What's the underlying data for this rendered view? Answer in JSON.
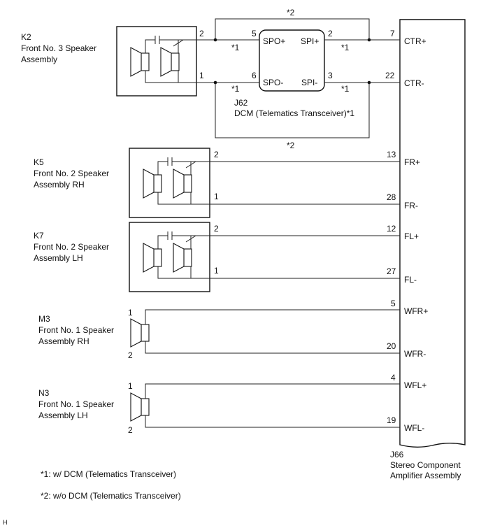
{
  "amplifier": {
    "code": "J66",
    "name_line1": "Stereo Component",
    "name_line2": "Amplifier Assembly",
    "pins": [
      {
        "num": "7",
        "label": "CTR+"
      },
      {
        "num": "22",
        "label": "CTR-"
      },
      {
        "num": "13",
        "label": "FR+"
      },
      {
        "num": "28",
        "label": "FR-"
      },
      {
        "num": "12",
        "label": "FL+"
      },
      {
        "num": "27",
        "label": "FL-"
      },
      {
        "num": "5",
        "label": "WFR+"
      },
      {
        "num": "20",
        "label": "WFR-"
      },
      {
        "num": "4",
        "label": "WFL+"
      },
      {
        "num": "19",
        "label": "WFL-"
      }
    ]
  },
  "dcm": {
    "code": "J62",
    "name": "DCM (Telematics Transceiver)*1",
    "pins": [
      {
        "num": "5",
        "label": "SPO+"
      },
      {
        "num": "2",
        "label": "SPI+"
      },
      {
        "num": "6",
        "label": "SPO-"
      },
      {
        "num": "3",
        "label": "SPI-"
      }
    ],
    "wire_note": "*1",
    "bypass_note": "*2"
  },
  "speakers": [
    {
      "code": "K2",
      "line1": "Front No. 3 Speaker",
      "line2": "Assembly",
      "pin_top": "2",
      "pin_bottom": "1"
    },
    {
      "code": "K5",
      "line1": "Front No. 2 Speaker",
      "line2": "Assembly RH",
      "pin_top": "2",
      "pin_bottom": "1"
    },
    {
      "code": "K7",
      "line1": "Front No. 2 Speaker",
      "line2": "Assembly LH",
      "pin_top": "2",
      "pin_bottom": "1"
    },
    {
      "code": "M3",
      "line1": "Front No. 1 Speaker",
      "line2": "Assembly RH",
      "pin_top": "1",
      "pin_bottom": "2"
    },
    {
      "code": "N3",
      "line1": "Front No. 1 Speaker",
      "line2": "Assembly LH",
      "pin_top": "1",
      "pin_bottom": "2"
    }
  ],
  "notes": [
    "*1: w/ DCM (Telematics Transceiver)",
    "*2: w/o DCM (Telematics Transceiver)"
  ],
  "footer_mark": "H"
}
